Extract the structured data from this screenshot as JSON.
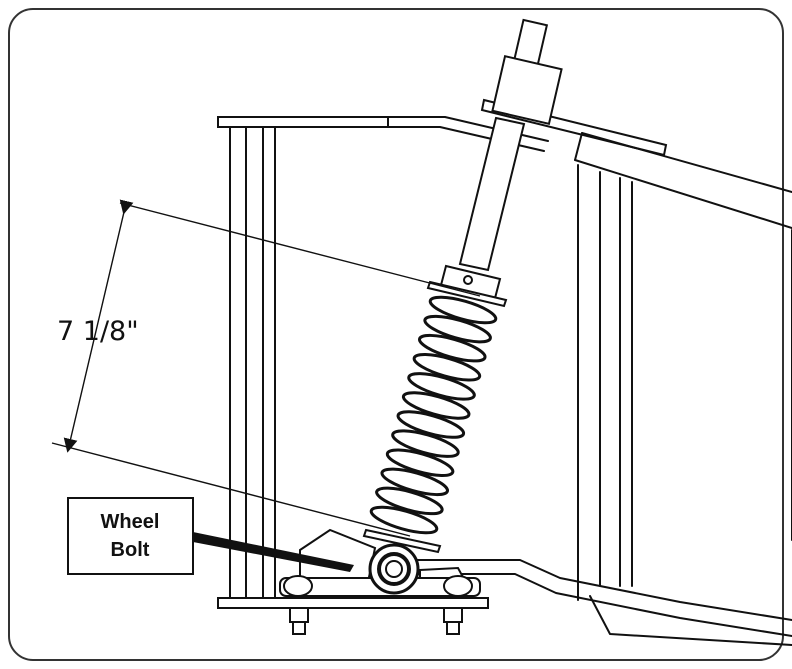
{
  "dimension": {
    "label": "7  1/8\""
  },
  "callout": {
    "line1": "Wheel",
    "line2": "Bolt"
  }
}
